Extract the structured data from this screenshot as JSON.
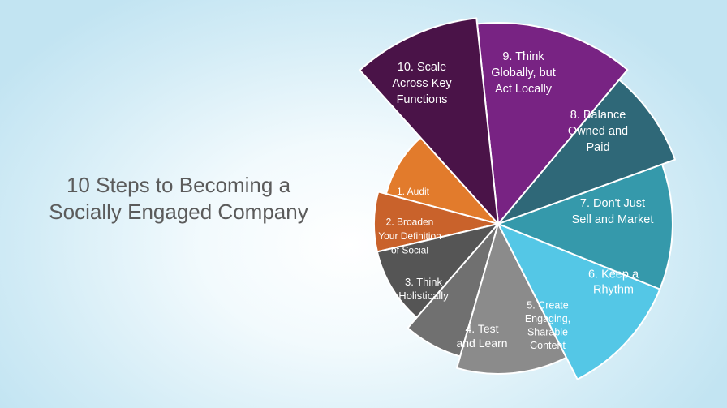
{
  "slide": {
    "title_lines": [
      "10 Steps to Becoming a",
      "Socially Engaged Company"
    ]
  },
  "wheel": {
    "segments": [
      {
        "lines": [
          "1. Audit"
        ],
        "color": "#e27b2c"
      },
      {
        "lines": [
          "2. Broaden",
          "Your Definition",
          "of Social"
        ],
        "color": "#c9622b"
      },
      {
        "lines": [
          "3. Think",
          "Holistically"
        ],
        "color": "#555555"
      },
      {
        "lines": [
          "4. Test",
          "and Learn"
        ],
        "color": "#707070"
      },
      {
        "lines": [
          "5. Create",
          "Engaging,",
          "Sharable",
          "Content"
        ],
        "color": "#8b8b8b"
      },
      {
        "lines": [
          "6. Keep a",
          "Rhythm"
        ],
        "color": "#54c7e6"
      },
      {
        "lines": [
          "7. Don't Just",
          "Sell and Market"
        ],
        "color": "#3599ab"
      },
      {
        "lines": [
          "8. Balance",
          "Owned and",
          "Paid"
        ],
        "color": "#2f6878"
      },
      {
        "lines": [
          "9. Think",
          "Globally, but",
          "Act Locally"
        ],
        "color": "#782383"
      },
      {
        "lines": [
          "10. Scale",
          "Across Key",
          "Functions"
        ],
        "color": "#4a1348"
      }
    ]
  }
}
